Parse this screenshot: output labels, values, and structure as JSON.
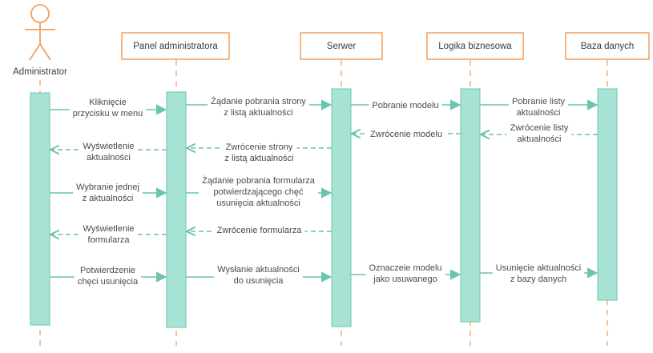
{
  "actor": {
    "label": "Administrator",
    "icon": "stick-figure-icon"
  },
  "participants": [
    {
      "id": "panel",
      "label": "Panel administratora"
    },
    {
      "id": "server",
      "label": "Serwer"
    },
    {
      "id": "logic",
      "label": "Logika biznesowa"
    },
    {
      "id": "db",
      "label": "Baza danych"
    }
  ],
  "messages": [
    {
      "from": "admin",
      "to": "panel",
      "kind": "call",
      "lines": [
        "Kliknięcie",
        "przycisku w menu"
      ]
    },
    {
      "from": "panel",
      "to": "server",
      "kind": "call",
      "lines": [
        "Żądanie pobrania strony",
        "z listą aktualności"
      ]
    },
    {
      "from": "server",
      "to": "logic",
      "kind": "call",
      "lines": [
        "Pobranie modelu"
      ]
    },
    {
      "from": "logic",
      "to": "db",
      "kind": "call",
      "lines": [
        "Pobranie listy",
        "aktualności"
      ]
    },
    {
      "from": "db",
      "to": "logic",
      "kind": "return",
      "lines": [
        "Zwrócenie listy",
        "aktualności"
      ]
    },
    {
      "from": "logic",
      "to": "server",
      "kind": "return",
      "lines": [
        "Zwrócenie modelu"
      ]
    },
    {
      "from": "server",
      "to": "panel",
      "kind": "return",
      "lines": [
        "Zwrócenie strony",
        "z listą aktualności"
      ]
    },
    {
      "from": "panel",
      "to": "admin",
      "kind": "return",
      "lines": [
        "Wyświetlenie",
        "aktualności"
      ]
    },
    {
      "from": "admin",
      "to": "panel",
      "kind": "call",
      "lines": [
        "Wybranie jednej",
        "z aktualności"
      ]
    },
    {
      "from": "panel",
      "to": "server",
      "kind": "call",
      "lines": [
        "Żądanie pobrania formularza",
        "potwierdzającego chęć",
        "usunięcia aktualności"
      ]
    },
    {
      "from": "server",
      "to": "panel",
      "kind": "return",
      "lines": [
        "Zwrócenie formularza"
      ]
    },
    {
      "from": "panel",
      "to": "admin",
      "kind": "return",
      "lines": [
        "Wyświetlenie",
        "formularza"
      ]
    },
    {
      "from": "admin",
      "to": "panel",
      "kind": "call",
      "lines": [
        "Potwierdzenie",
        "chęci usunięcia"
      ]
    },
    {
      "from": "panel",
      "to": "server",
      "kind": "call",
      "lines": [
        "Wysłanie aktualności",
        "do usunięcia"
      ]
    },
    {
      "from": "server",
      "to": "logic",
      "kind": "call",
      "lines": [
        "Oznaczeie modelu",
        "jako usuwanego"
      ]
    },
    {
      "from": "logic",
      "to": "db",
      "kind": "call",
      "lines": [
        "Usunięcie aktualności",
        "z bazy danych"
      ]
    }
  ],
  "colors": {
    "participant_border": "#f0a060",
    "lifeline": "#f0a060",
    "activation_fill": "#a6e3d4",
    "activation_border": "#6cc4ad",
    "arrow": "#6cc4ad",
    "actor": "#f0a060",
    "text": "#4a4a4a"
  }
}
